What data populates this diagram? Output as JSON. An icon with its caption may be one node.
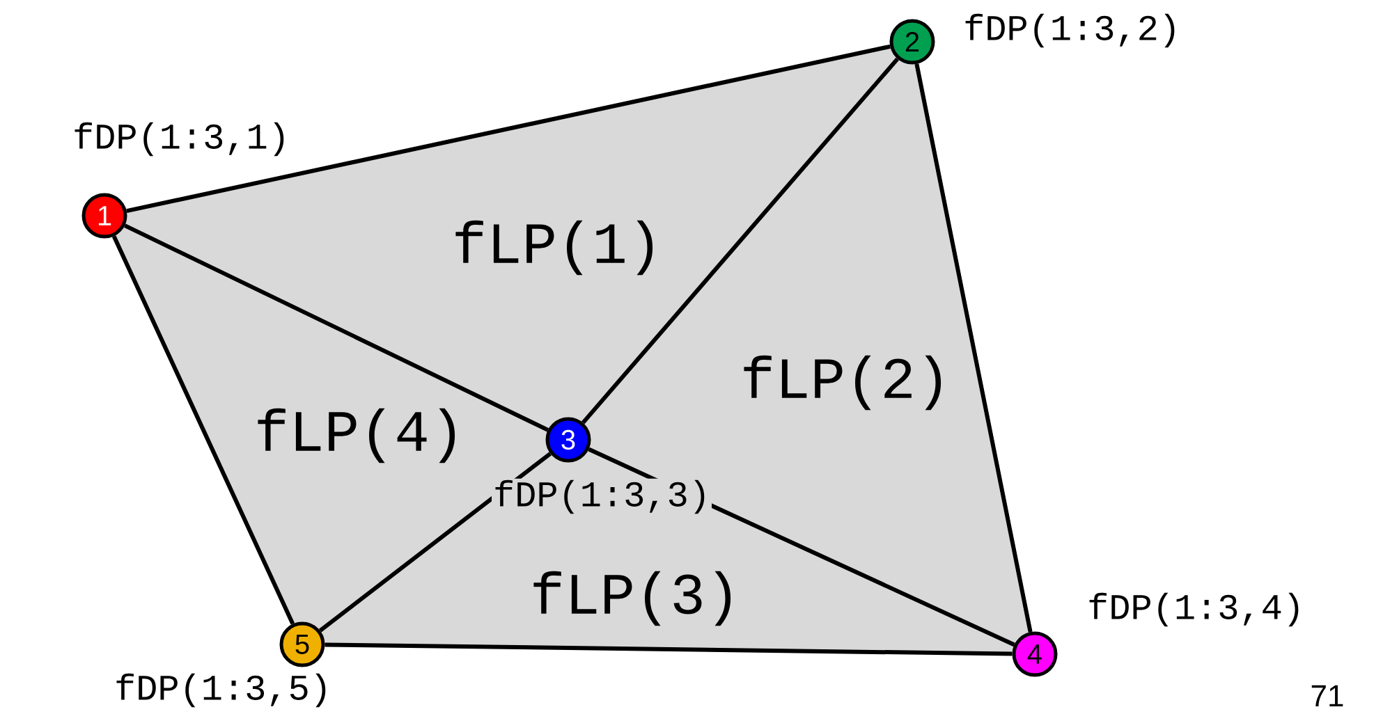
{
  "diagram": {
    "nodes": [
      {
        "text": [
          "1"
        ],
        "beside": [
          "fDP(1:3,1)"
        ]
      },
      {
        "text": [
          "2"
        ],
        "beside": [
          "fDP(1:3,2)"
        ]
      },
      {
        "text": [
          "3"
        ],
        "beside": [
          "fDP(1:3,3)"
        ]
      },
      {
        "text": [
          "4"
        ],
        "beside": [
          "fDP(1:3,4)"
        ]
      },
      {
        "text": [
          "5"
        ],
        "beside": [
          "fDP(1:3,5)"
        ]
      }
    ],
    "edges": [
      {
        "from": 0,
        "to": 1,
        "arrow": "none"
      },
      {
        "from": 1,
        "to": 3,
        "arrow": "none"
      },
      {
        "from": 3,
        "to": 4,
        "arrow": "none"
      },
      {
        "from": 4,
        "to": 0,
        "arrow": "none"
      },
      {
        "from": 0,
        "to": 2,
        "arrow": "none"
      },
      {
        "from": 1,
        "to": 2,
        "arrow": "none"
      },
      {
        "from": 2,
        "to": 3,
        "arrow": "none"
      },
      {
        "from": 2,
        "to": 4,
        "arrow": "none"
      }
    ],
    "labels": [
      "fLP(1)",
      "fLP(2)",
      "fLP(4)",
      "fLP(3)",
      "71"
    ]
  }
}
